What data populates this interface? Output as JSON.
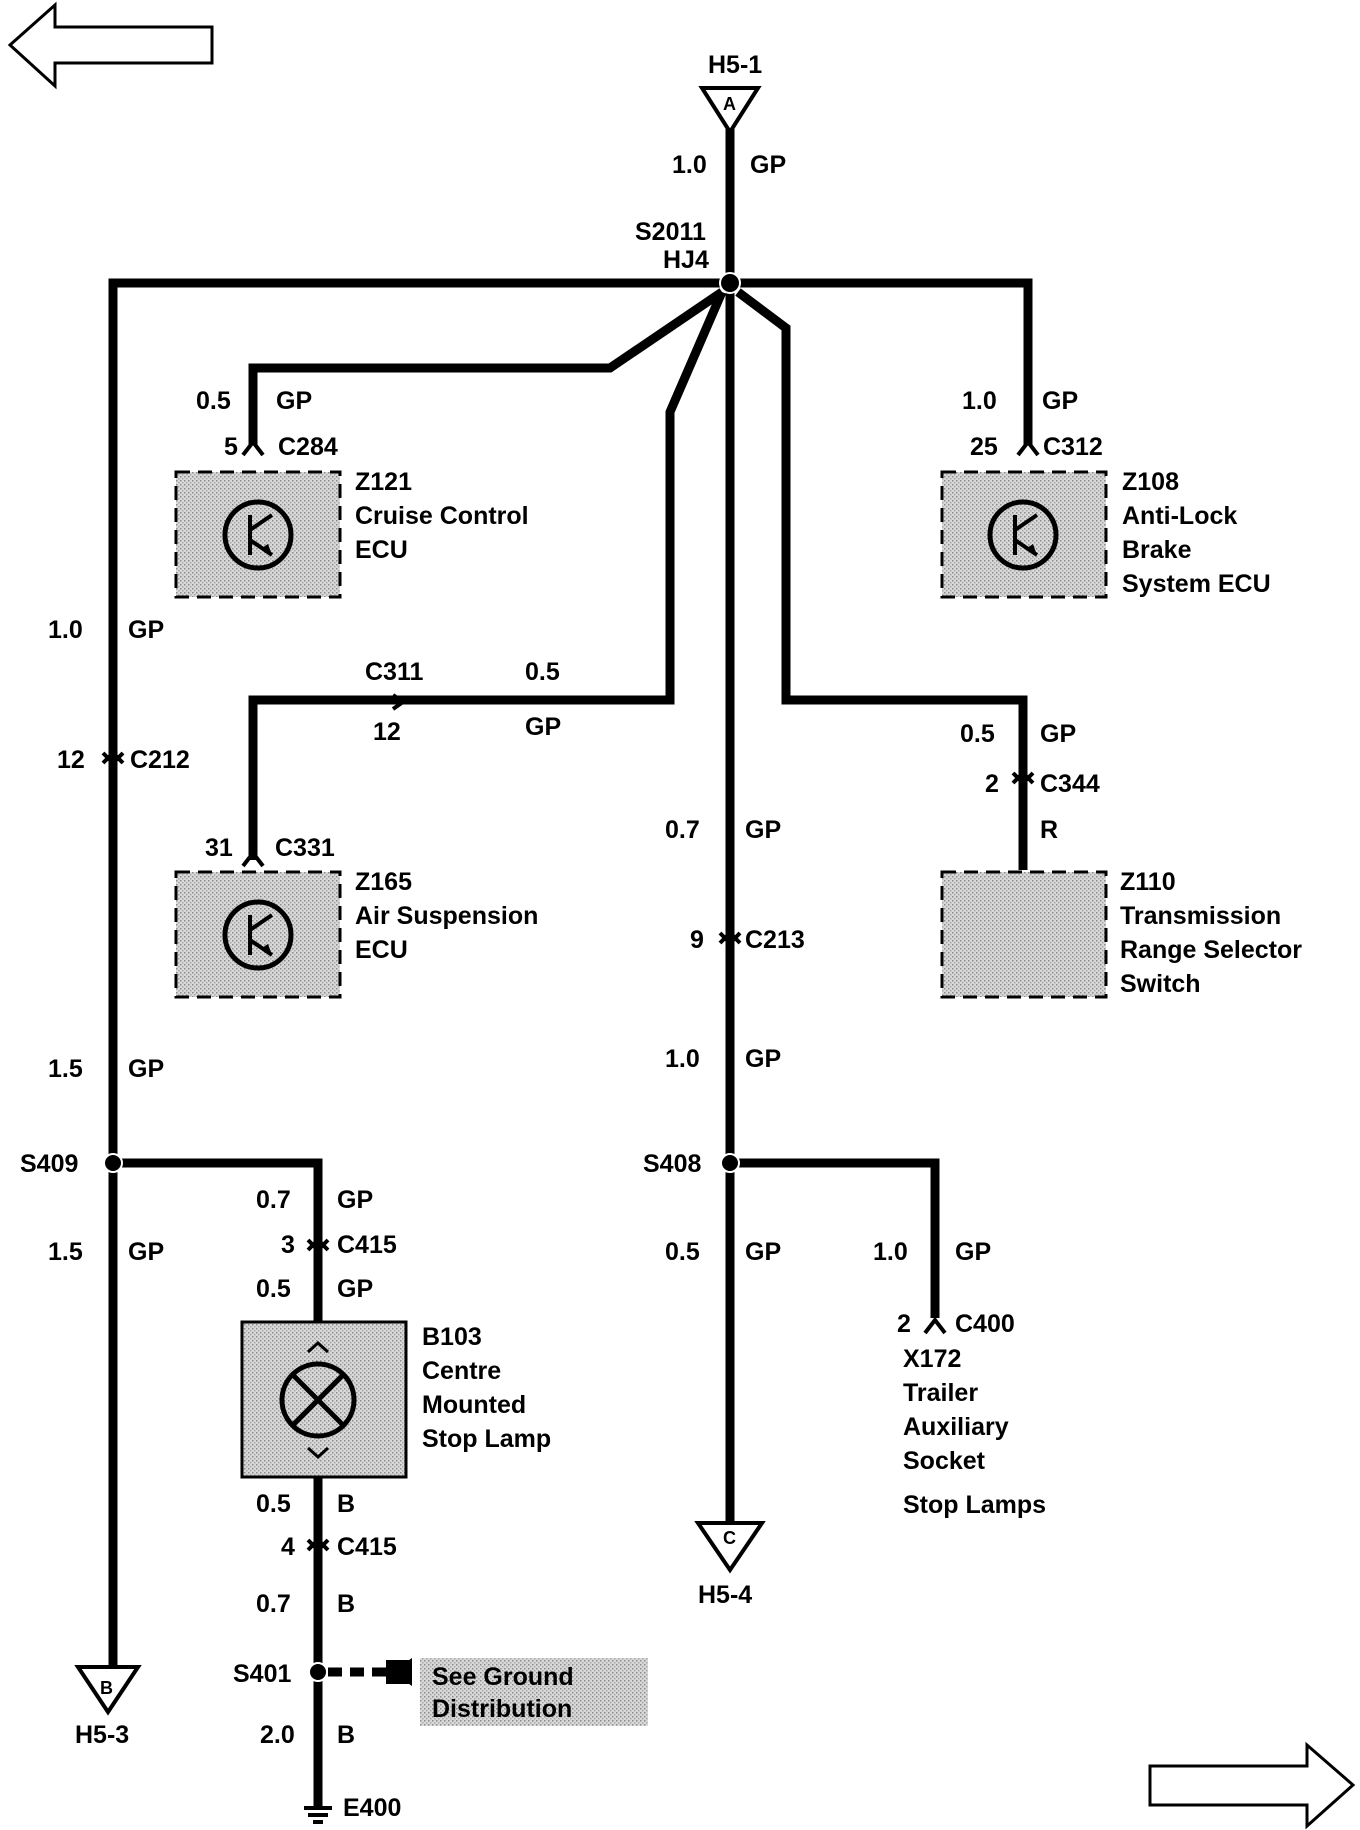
{
  "nav": {
    "back_arrow": "left-arrow-icon",
    "forward_arrow": "right-arrow-icon"
  },
  "connectors": {
    "top": {
      "ref": "H5-1",
      "letter": "A"
    },
    "left": {
      "ref": "H5-3",
      "letter": "B"
    },
    "middle": {
      "ref": "H5-4",
      "letter": "C"
    }
  },
  "splices": {
    "main": {
      "name": "S2011",
      "sub": "HJ4"
    },
    "s409": "S409",
    "s408": "S408",
    "s401": "S401"
  },
  "wires": {
    "top_size": "1.0",
    "top_color": "GP",
    "z121_size": "0.5",
    "z121_color": "GP",
    "z108_size": "1.0",
    "z108_color": "GP",
    "left_upper_size": "1.0",
    "left_upper_color": "GP",
    "c311_size": "0.5",
    "c311_color": "GP",
    "z110_size": "0.5",
    "z110_color": "GP",
    "z110_lower_color": "R",
    "mid_upper_size": "0.7",
    "mid_upper_color": "GP",
    "mid_lower_size": "1.0",
    "mid_lower_color": "GP",
    "left_mid_size": "1.5",
    "left_mid_color": "GP",
    "left_lower_size": "1.5",
    "left_lower_color": "GP",
    "lamp_feed_size": "0.7",
    "lamp_feed_color": "GP",
    "lamp_in_size": "0.5",
    "lamp_in_color": "GP",
    "lamp_out_size": "0.5",
    "lamp_out_color": "B",
    "ground_upper_size": "0.7",
    "ground_upper_color": "B",
    "ground_lower_size": "2.0",
    "ground_lower_color": "B",
    "s408_down_size": "0.5",
    "s408_down_color": "GP",
    "trailer_size": "1.0",
    "trailer_color": "GP"
  },
  "pins": {
    "c284": {
      "pin": "5",
      "name": "C284"
    },
    "c312": {
      "pin": "25",
      "name": "C312"
    },
    "c212": {
      "pin": "12",
      "name": "C212"
    },
    "c311": {
      "pin": "12",
      "name": "C311"
    },
    "c344": {
      "pin": "2",
      "name": "C344"
    },
    "c331": {
      "pin": "31",
      "name": "C331"
    },
    "c213": {
      "pin": "9",
      "name": "C213"
    },
    "c415a": {
      "pin": "3",
      "name": "C415"
    },
    "c415b": {
      "pin": "4",
      "name": "C415"
    },
    "c400": {
      "pin": "2",
      "name": "C400"
    }
  },
  "components": {
    "z121": [
      "Z121",
      "Cruise Control",
      "ECU"
    ],
    "z108": [
      "Z108",
      "Anti-Lock",
      "Brake",
      "System ECU"
    ],
    "z165": [
      "Z165",
      "Air Suspension",
      "ECU"
    ],
    "z110": [
      "Z110",
      "Transmission",
      "Range Selector",
      "Switch"
    ],
    "b103": [
      "B103",
      "Centre",
      "Mounted",
      "Stop Lamp"
    ],
    "x172": [
      "X172",
      "Trailer",
      "Auxiliary",
      "Socket"
    ]
  },
  "stop_lamps": "Stop Lamps",
  "ground_ref": [
    "See Ground",
    "Distribution"
  ],
  "ground": "E400"
}
